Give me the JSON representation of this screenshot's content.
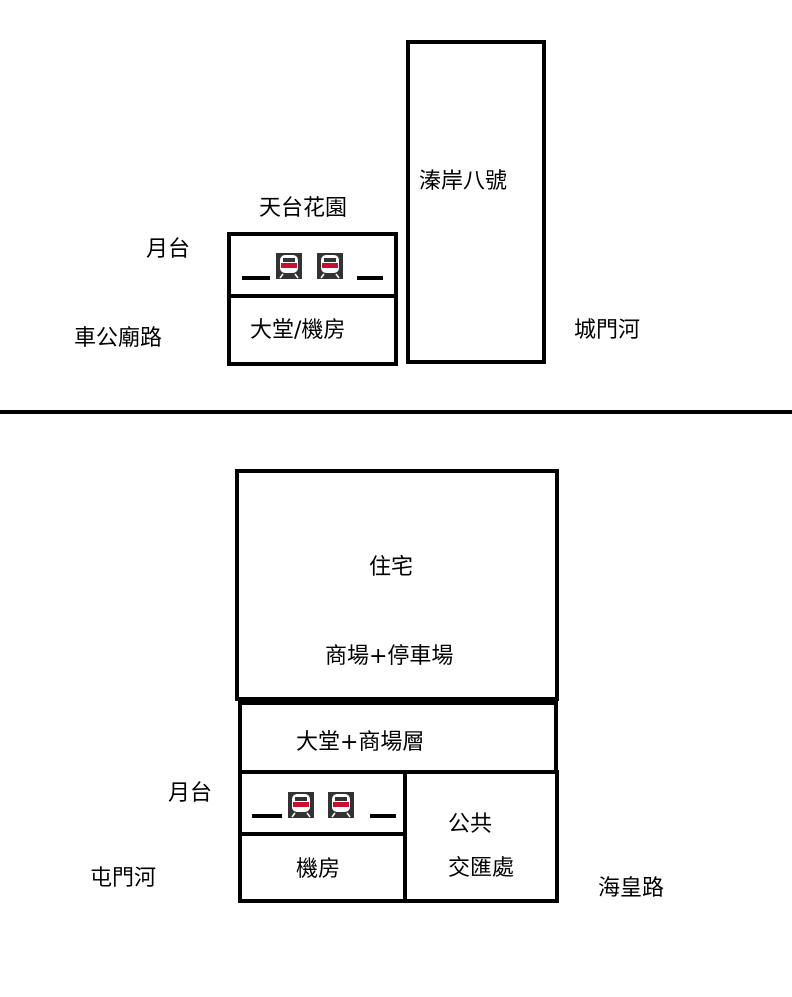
{
  "top": {
    "roof_garden": "天台花園",
    "platform": "月台",
    "lobby": "大堂/機房",
    "road": "車公廟路",
    "tower": "溱岸八號",
    "river": "城門河"
  },
  "bottom": {
    "residential": "住宅",
    "mall_parking": "商場+停車場",
    "lobby_mall": "大堂+商場層",
    "platform": "月台",
    "plant_room": "機房",
    "pti_line1": "公共",
    "pti_line2": "交匯處",
    "river": "屯門河",
    "road": "海皇路"
  },
  "icons": {
    "train_color": "#c8102e"
  }
}
